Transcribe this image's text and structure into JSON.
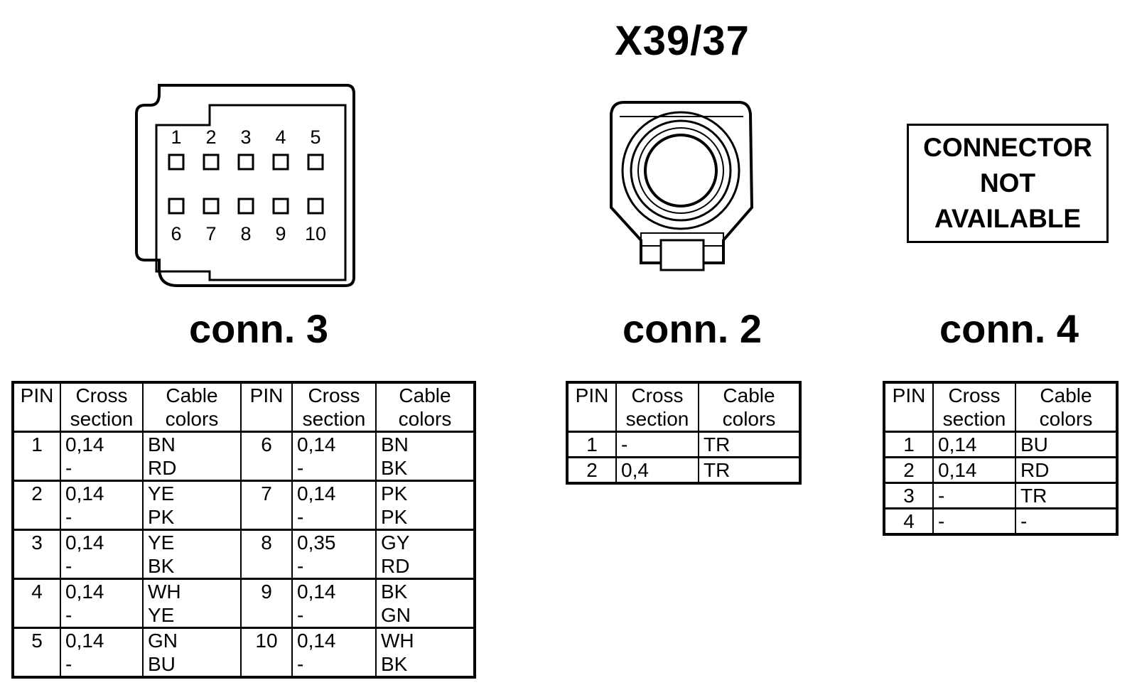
{
  "title": "X39/37",
  "connectors": {
    "conn3": {
      "label": "conn. 3",
      "pin_numbers_top": [
        "1",
        "2",
        "3",
        "4",
        "5"
      ],
      "pin_numbers_bottom": [
        "6",
        "7",
        "8",
        "9",
        "10"
      ]
    },
    "conn2": {
      "label": "conn. 2"
    },
    "conn4": {
      "label": "conn. 4",
      "not_available": [
        "CONNECTOR",
        "NOT",
        "AVAILABLE"
      ]
    }
  },
  "headers": {
    "pin": "PIN",
    "cross": [
      "Cross",
      "section"
    ],
    "colors": [
      "Cable",
      "colors"
    ]
  },
  "table_conn3": [
    {
      "pin_a": "1",
      "cross_a": [
        "0,14",
        "-"
      ],
      "colors_a": [
        "BN",
        "RD"
      ],
      "pin_b": "6",
      "cross_b": [
        "0,14",
        "-"
      ],
      "colors_b": [
        "BN",
        "BK"
      ]
    },
    {
      "pin_a": "2",
      "cross_a": [
        "0,14",
        "-"
      ],
      "colors_a": [
        "YE",
        "PK"
      ],
      "pin_b": "7",
      "cross_b": [
        "0,14",
        "-"
      ],
      "colors_b": [
        "PK",
        "PK"
      ]
    },
    {
      "pin_a": "3",
      "cross_a": [
        "0,14",
        "-"
      ],
      "colors_a": [
        "YE",
        "BK"
      ],
      "pin_b": "8",
      "cross_b": [
        "0,35",
        "-"
      ],
      "colors_b": [
        "GY",
        "RD"
      ]
    },
    {
      "pin_a": "4",
      "cross_a": [
        "0,14",
        "-"
      ],
      "colors_a": [
        "WH",
        "YE"
      ],
      "pin_b": "9",
      "cross_b": [
        "0,14",
        "-"
      ],
      "colors_b": [
        "BK",
        "GN"
      ]
    },
    {
      "pin_a": "5",
      "cross_a": [
        "0,14",
        "-"
      ],
      "colors_a": [
        "GN",
        "BU"
      ],
      "pin_b": "10",
      "cross_b": [
        "0,14",
        "-"
      ],
      "colors_b": [
        "WH",
        "BK"
      ]
    }
  ],
  "table_conn2": [
    {
      "pin": "1",
      "cross": "-",
      "color": "TR"
    },
    {
      "pin": "2",
      "cross": "0,4",
      "color": "TR"
    }
  ],
  "table_conn4": [
    {
      "pin": "1",
      "cross": "0,14",
      "color": "BU"
    },
    {
      "pin": "2",
      "cross": "0,14",
      "color": "RD"
    },
    {
      "pin": "3",
      "cross": "-",
      "color": "TR"
    },
    {
      "pin": "4",
      "cross": "-",
      "color": "-"
    }
  ]
}
